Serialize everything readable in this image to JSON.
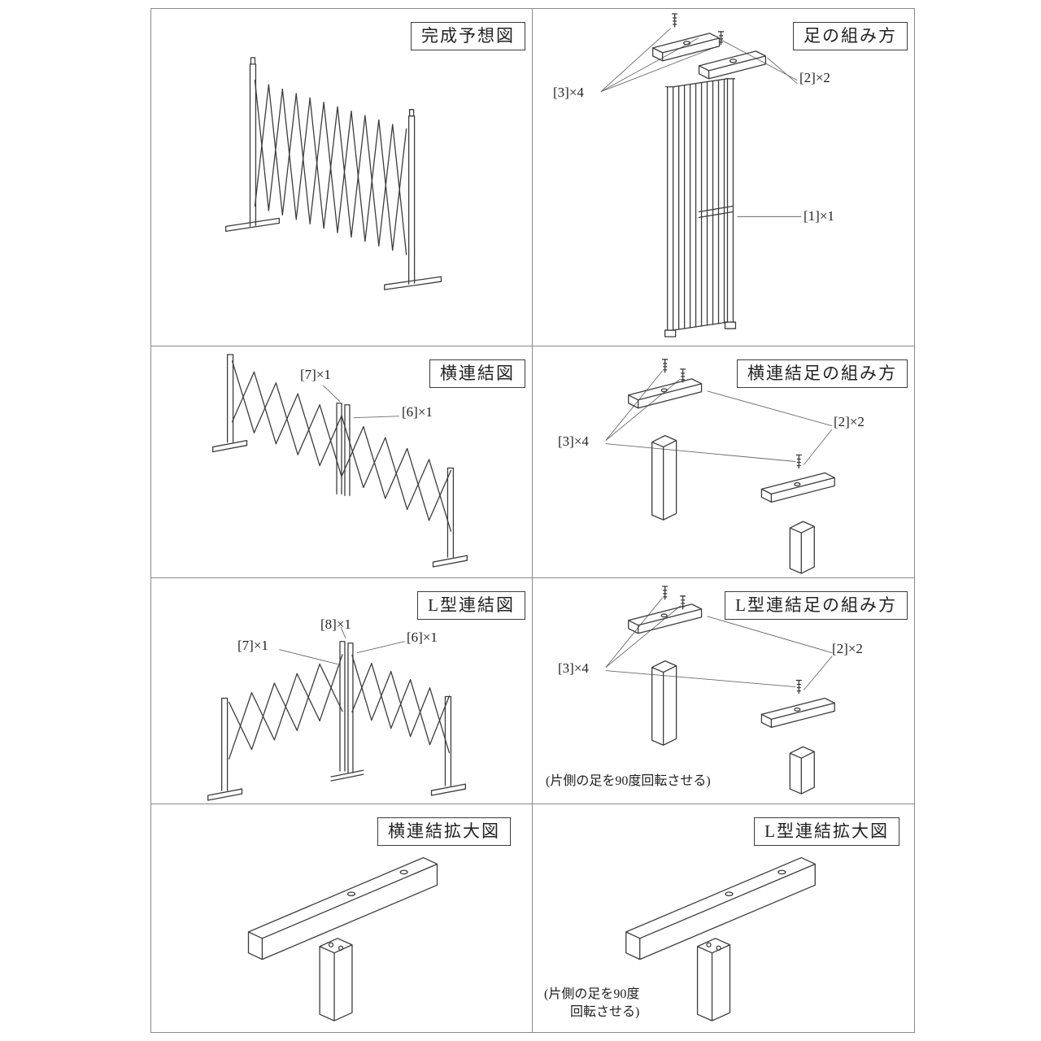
{
  "panels": {
    "completed": {
      "title": "完成予想図"
    },
    "foot_assembly": {
      "title": "足の組み方",
      "labels": {
        "part3": "[3]×4",
        "part2": "[2]×2",
        "part1": "[1]×1"
      }
    },
    "horizontal_link": {
      "title": "横連結図",
      "labels": {
        "part7": "[7]×1",
        "part6": "[6]×1"
      }
    },
    "horizontal_link_feet": {
      "title": "横連結足の組み方",
      "labels": {
        "part3": "[3]×4",
        "part2": "[2]×2"
      }
    },
    "l_link": {
      "title": "L型連結図",
      "labels": {
        "part7": "[7]×1",
        "part8": "[8]×1",
        "part6": "[6]×1"
      }
    },
    "l_link_feet": {
      "title": "L型連結足の組み方",
      "labels": {
        "part3": "[3]×4",
        "part2": "[2]×2"
      },
      "note": "(片側の足を90度回転させる)"
    },
    "horizontal_link_detail": {
      "title": "横連結拡大図"
    },
    "l_link_detail": {
      "title": "L型連結拡大図",
      "note_line1": "(片側の足を90度",
      "note_line2": "回転させる)"
    }
  }
}
